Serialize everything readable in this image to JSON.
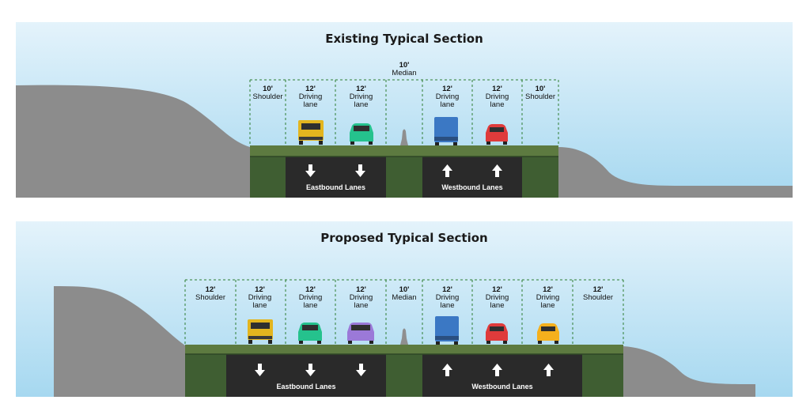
{
  "sections": [
    {
      "title": "Existing Typical Section",
      "lanes": [
        {
          "width": "10'",
          "type": "Shoulder"
        },
        {
          "width": "12'",
          "type": "Driving lane"
        },
        {
          "width": "12'",
          "type": "Driving lane"
        },
        {
          "width": "10'",
          "type": "Median"
        },
        {
          "width": "12'",
          "type": "Driving lane"
        },
        {
          "width": "12'",
          "type": "Driving lane"
        },
        {
          "width": "10'",
          "type": "Shoulder"
        }
      ],
      "eastbound_label": "Eastbound Lanes",
      "westbound_label": "Westbound Lanes"
    },
    {
      "title": "Proposed Typical Section",
      "lanes": [
        {
          "width": "12'",
          "type": "Shoulder"
        },
        {
          "width": "12'",
          "type": "Driving lane"
        },
        {
          "width": "12'",
          "type": "Driving lane"
        },
        {
          "width": "12'",
          "type": "Driving lane"
        },
        {
          "width": "10'",
          "type": "Median"
        },
        {
          "width": "12'",
          "type": "Driving lane"
        },
        {
          "width": "12'",
          "type": "Driving lane"
        },
        {
          "width": "12'",
          "type": "Driving lane"
        },
        {
          "width": "12'",
          "type": "Shoulder"
        }
      ],
      "eastbound_label": "Eastbound Lanes",
      "westbound_label": "Westbound Lanes"
    }
  ],
  "colors": {
    "sky_top": "#e2f2fb",
    "sky_bottom": "#a7d9f1",
    "ground": "#8c8c8c",
    "shoulder": "#3f5e32",
    "deck": "#5d7a40",
    "pavement": "#2a2a2a",
    "dashed_line": "#2e7d32",
    "vehicles": [
      "#e3b51f",
      "#25c28d",
      "#9b79d8",
      "#3b78c4",
      "#df3b3b",
      "#f5b01d"
    ]
  }
}
